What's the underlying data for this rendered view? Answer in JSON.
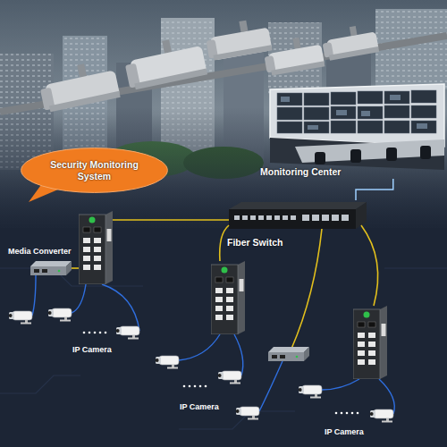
{
  "diagram": {
    "nodes": [
      {
        "text": [
          "Security Monitoring System"
        ]
      },
      {
        "text": [
          "Monitoring Center"
        ]
      },
      {
        "text": [
          "Fiber Switch"
        ]
      }
    ],
    "edges": [
      {
        "from": 1,
        "to": 2,
        "arrow": "none"
      }
    ],
    "labels": [
      "Media Converter",
      "IP Camera",
      "IP Camera",
      "IP Camera"
    ]
  }
}
